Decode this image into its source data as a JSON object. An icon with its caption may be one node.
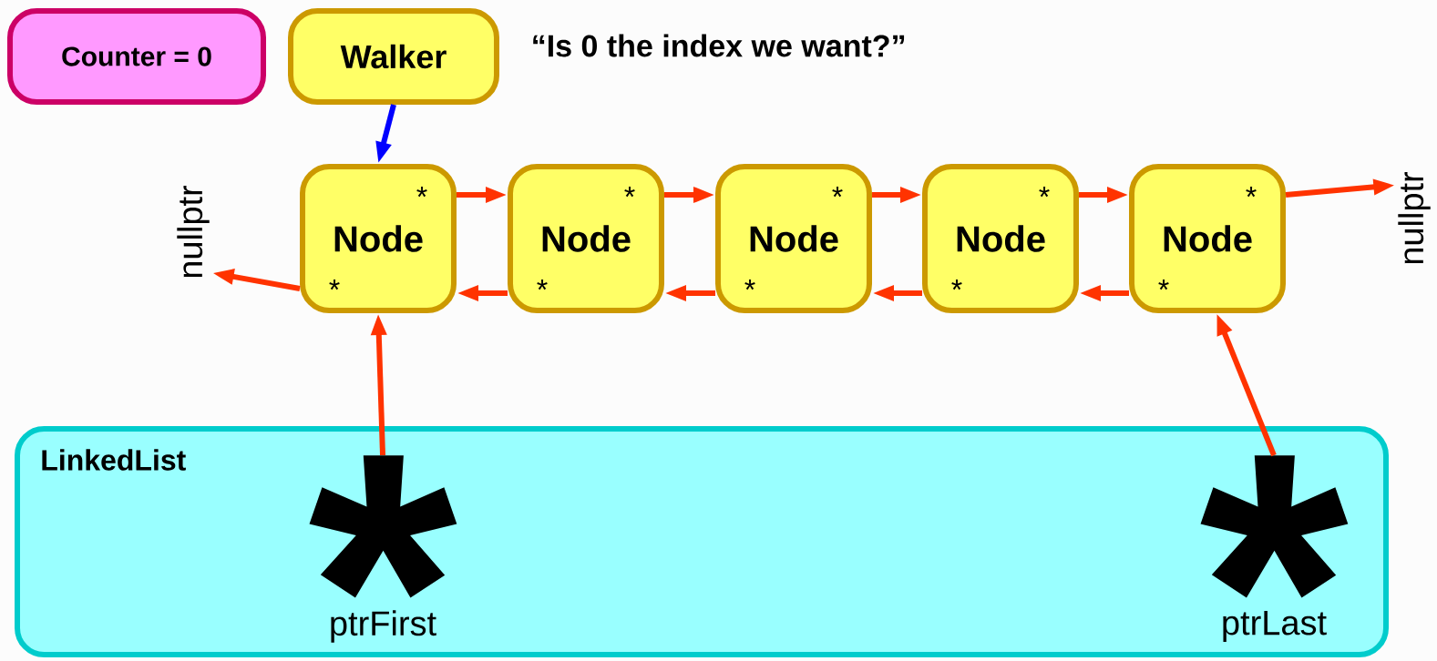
{
  "diagram": {
    "nodes": [
      {
        "text": [
          "Counter = 0"
        ]
      },
      {
        "text": [
          "Walker"
        ]
      },
      {
        "text": [
          "*",
          "Node",
          "*"
        ]
      },
      {
        "text": [
          "*",
          "Node",
          "*"
        ]
      },
      {
        "text": [
          "*",
          "Node",
          "*"
        ]
      },
      {
        "text": [
          "*",
          "Node",
          "*"
        ]
      },
      {
        "text": [
          "*",
          "Node",
          "*"
        ]
      },
      {
        "text": [
          "nullptr"
        ]
      },
      {
        "text": [
          "nullptr"
        ]
      },
      {
        "text": [
          "LinkedList"
        ]
      },
      {
        "text": [
          "*",
          "ptrFirst"
        ],
        "in": 9
      },
      {
        "text": [
          "*",
          "ptrLast"
        ],
        "in": 9
      }
    ],
    "edges": [
      {
        "from": 1,
        "to": 2,
        "arrow": "to",
        "color": "#0000ff"
      },
      {
        "from": 2,
        "to": 3,
        "arrow": "to"
      },
      {
        "from": 3,
        "to": 4,
        "arrow": "to"
      },
      {
        "from": 4,
        "to": 5,
        "arrow": "to"
      },
      {
        "from": 5,
        "to": 6,
        "arrow": "to"
      },
      {
        "from": 6,
        "to": 8,
        "arrow": "to"
      },
      {
        "from": 3,
        "to": 2,
        "arrow": "to"
      },
      {
        "from": 4,
        "to": 3,
        "arrow": "to"
      },
      {
        "from": 5,
        "to": 4,
        "arrow": "to"
      },
      {
        "from": 6,
        "to": 5,
        "arrow": "to"
      },
      {
        "from": 2,
        "to": 7,
        "arrow": "to"
      },
      {
        "from": 10,
        "to": 2,
        "arrow": "to"
      },
      {
        "from": 11,
        "to": 6,
        "arrow": "to"
      }
    ],
    "labels": [
      "“Is 0 the index we want?”"
    ]
  }
}
